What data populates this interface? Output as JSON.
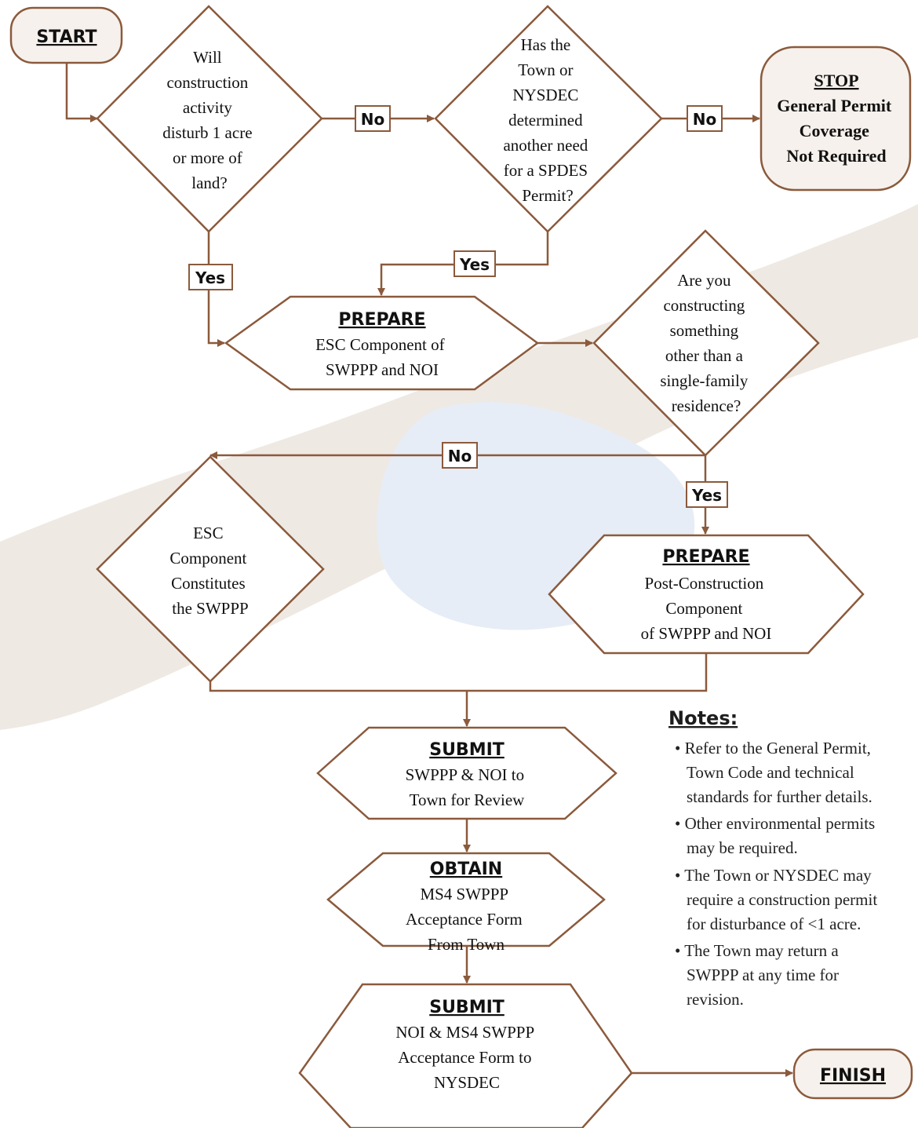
{
  "colors": {
    "stroke": "#8B5A3C",
    "terminal_fill": "#f6f1ec",
    "map_land": "#efe9e3",
    "map_water": "#e6edf6"
  },
  "start": {
    "label": "START"
  },
  "q1": {
    "lines": [
      "Will",
      "construction",
      "activity",
      "disturb 1 acre",
      "or more of",
      "land?"
    ]
  },
  "q2": {
    "lines": [
      "Has the",
      "Town or",
      "NYSDEC",
      "determined",
      "another need",
      "for a SPDES",
      "Permit?"
    ]
  },
  "stop": {
    "title": "STOP",
    "lines": [
      "General Permit",
      "Coverage",
      "Not Required"
    ]
  },
  "prepare1": {
    "title": "PREPARE",
    "lines": [
      "ESC Component of",
      "SWPPP and NOI"
    ]
  },
  "q3": {
    "lines": [
      "Are you",
      "constructing",
      "something",
      "other than a",
      "single-family",
      "residence?"
    ]
  },
  "esc": {
    "lines": [
      "ESC",
      "Component",
      "Constitutes",
      "the SWPPP"
    ]
  },
  "prepare2": {
    "title": "PREPARE",
    "lines": [
      "Post-Construction",
      "Component",
      "of SWPPP and NOI"
    ]
  },
  "submit1": {
    "title": "SUBMIT",
    "lines": [
      "SWPPP & NOI to",
      "Town for Review"
    ]
  },
  "obtain": {
    "title": "OBTAIN",
    "lines": [
      "MS4 SWPPP",
      "Acceptance Form",
      "From Town"
    ]
  },
  "submit2": {
    "title": "SUBMIT",
    "lines": [
      "NOI & MS4 SWPPP",
      "Acceptance Form to",
      "NYSDEC"
    ]
  },
  "finish": {
    "label": "FINISH"
  },
  "edge_labels": {
    "q1_no": "No",
    "q2_no": "No",
    "q2_yes": "Yes",
    "q1_yes": "Yes",
    "q3_no": "No",
    "q3_yes": "Yes"
  },
  "notes": {
    "title": "Notes:",
    "items": [
      [
        "• Refer to the General Permit,",
        "Town Code and technical",
        "standards for further details."
      ],
      [
        "• Other environmental permits",
        "may be required."
      ],
      [
        "• The Town or NYSDEC may",
        "require a construction permit",
        "for disturbance of <1 acre."
      ],
      [
        "• The Town may return a",
        "SWPPP at any time for",
        "revision."
      ]
    ]
  }
}
